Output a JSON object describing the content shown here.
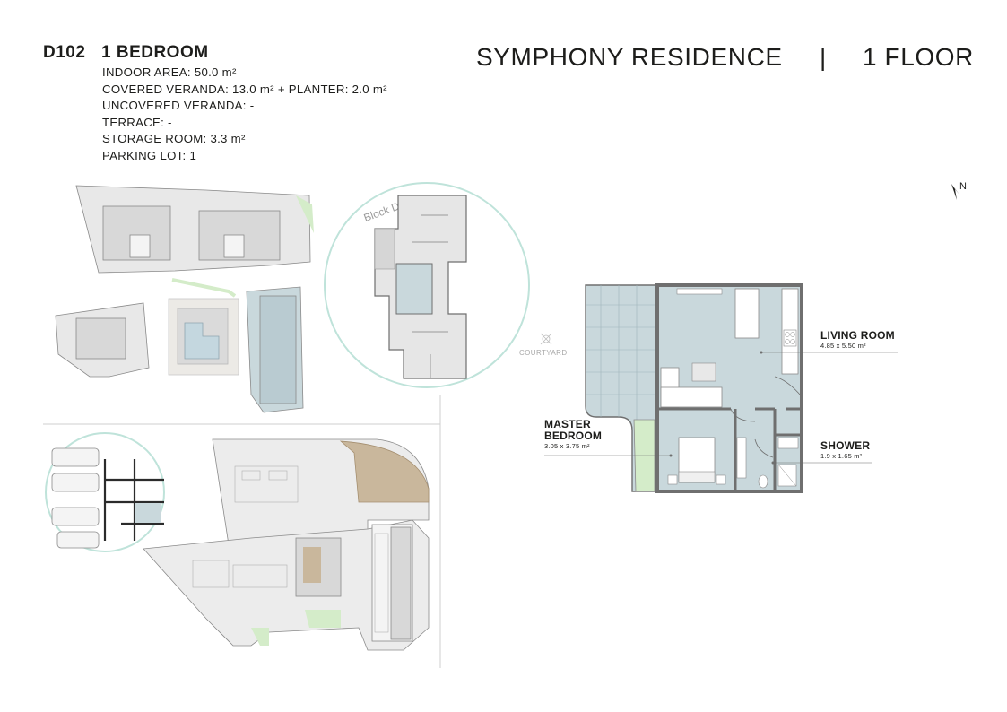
{
  "unit": {
    "code": "D102",
    "type": "1 BEDROOM",
    "specs": [
      "INDOOR AREA: 50.0 m²",
      "COVERED VERANDA: 13.0 m² + PLANTER: 2.0 m²",
      "UNCOVERED VERANDA: -",
      "TERRACE: -",
      "STORAGE ROOM: 3.3 m²",
      "PARKING LOT: 1"
    ]
  },
  "header": {
    "project": "SYMPHONY RESIDENCE",
    "separator": "|",
    "floor": "1 FLOOR"
  },
  "compass": {
    "label": "N",
    "icon": "north-arrow-icon"
  },
  "site_plan": {
    "block_label": "Block D"
  },
  "floor_plan": {
    "courtyard_label": "COURTYARD",
    "rooms": {
      "living": {
        "name": "LIVING ROOM",
        "dims": "4.85 x 5.50 m²"
      },
      "bedroom": {
        "name_line1": "MASTER",
        "name_line2": "BEDROOM",
        "dims": "3.05 x 3.75 m²"
      },
      "shower": {
        "name": "SHOWER",
        "dims": "1.9 x 1.65 m²"
      }
    }
  },
  "colors": {
    "highlight_unit": "#c9d8dc",
    "circle_outline": "#bfe3da",
    "site_gray": "#e6e6e6",
    "planter_green": "#d4ecc9",
    "ramp_tan": "#c9b79c",
    "wall": "#6f6f6f"
  }
}
